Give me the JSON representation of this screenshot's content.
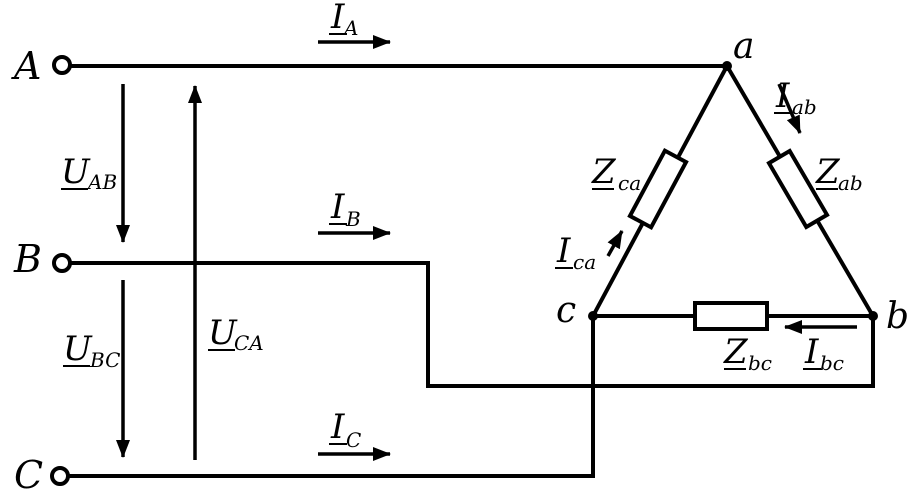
{
  "terminals": {
    "A": "A",
    "B": "B",
    "C": "C"
  },
  "nodes": {
    "a": "a",
    "b": "b",
    "c": "c"
  },
  "line_currents": {
    "IA": {
      "symbol": "I",
      "sub": "A"
    },
    "IB": {
      "symbol": "I",
      "sub": "B"
    },
    "IC": {
      "symbol": "I",
      "sub": "C"
    }
  },
  "voltages": {
    "UAB": {
      "symbol": "U",
      "sub": "AB"
    },
    "UBC": {
      "symbol": "U",
      "sub": "BC"
    },
    "UCA": {
      "symbol": "U",
      "sub": "CA"
    }
  },
  "impedances": {
    "Zab": {
      "symbol": "Z",
      "sub": "ab"
    },
    "Zbc": {
      "symbol": "Z",
      "sub": "bc"
    },
    "Zca": {
      "symbol": "Z",
      "sub": "ca"
    }
  },
  "phase_currents": {
    "Iab": {
      "symbol": "I",
      "sub": "ab"
    },
    "Ibc": {
      "symbol": "I",
      "sub": "bc"
    },
    "Ica": {
      "symbol": "I",
      "sub": "ca"
    }
  }
}
